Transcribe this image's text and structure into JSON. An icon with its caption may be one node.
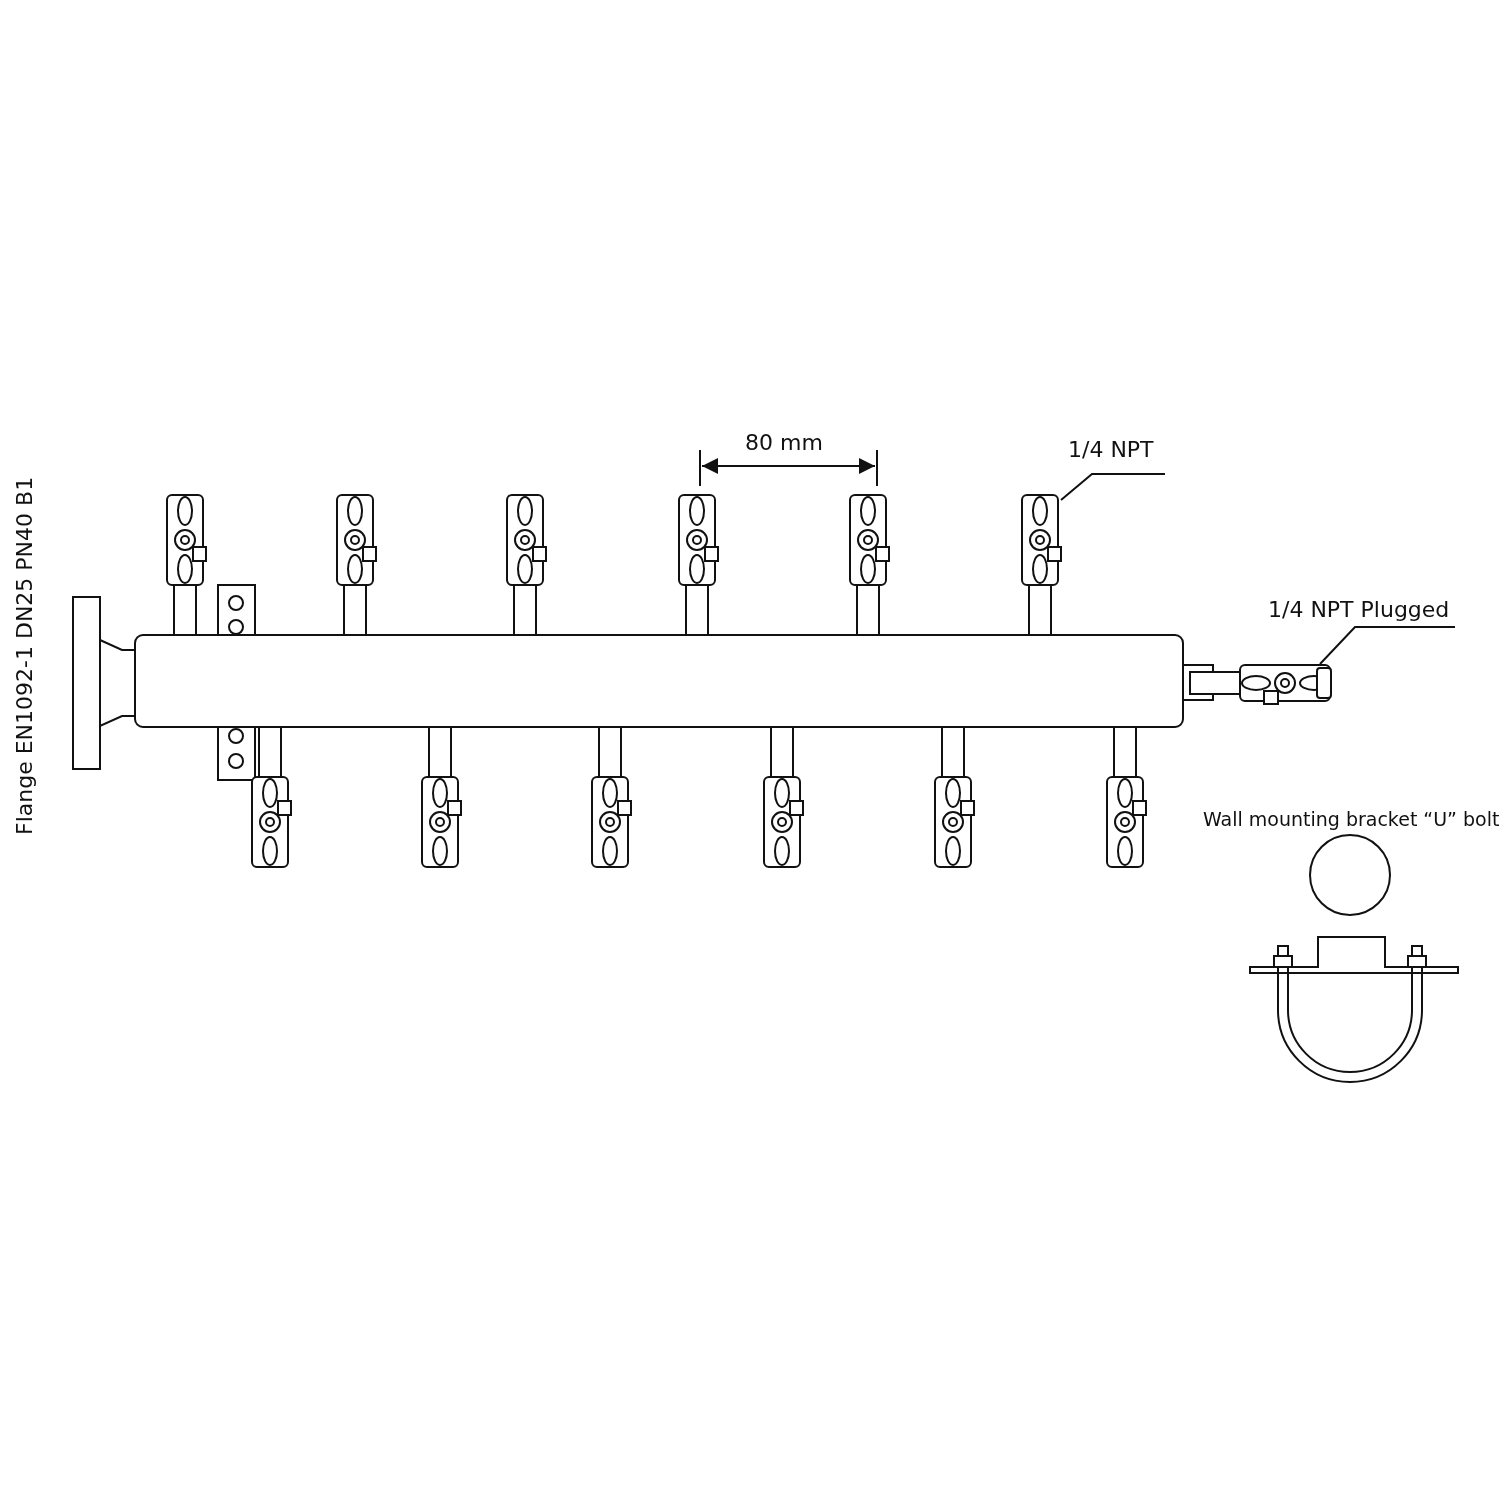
{
  "diagram": {
    "nodes": [
      {
        "text": [
          "1/4 NPT"
        ]
      },
      {
        "text": [],
        "shape": "picture"
      },
      {
        "text": [
          "1/4 NPT Plugged"
        ]
      },
      {
        "text": [],
        "shape": "picture"
      }
    ],
    "edges": [
      {
        "from": 0,
        "to": 1,
        "arrow": "none"
      },
      {
        "from": 2,
        "to": 3,
        "arrow": "none"
      }
    ],
    "labels": [
      "Flange EN1092-1 DN25 PN40 B1",
      "80 mm",
      "Wall mounting bracket “U” bolt"
    ]
  }
}
